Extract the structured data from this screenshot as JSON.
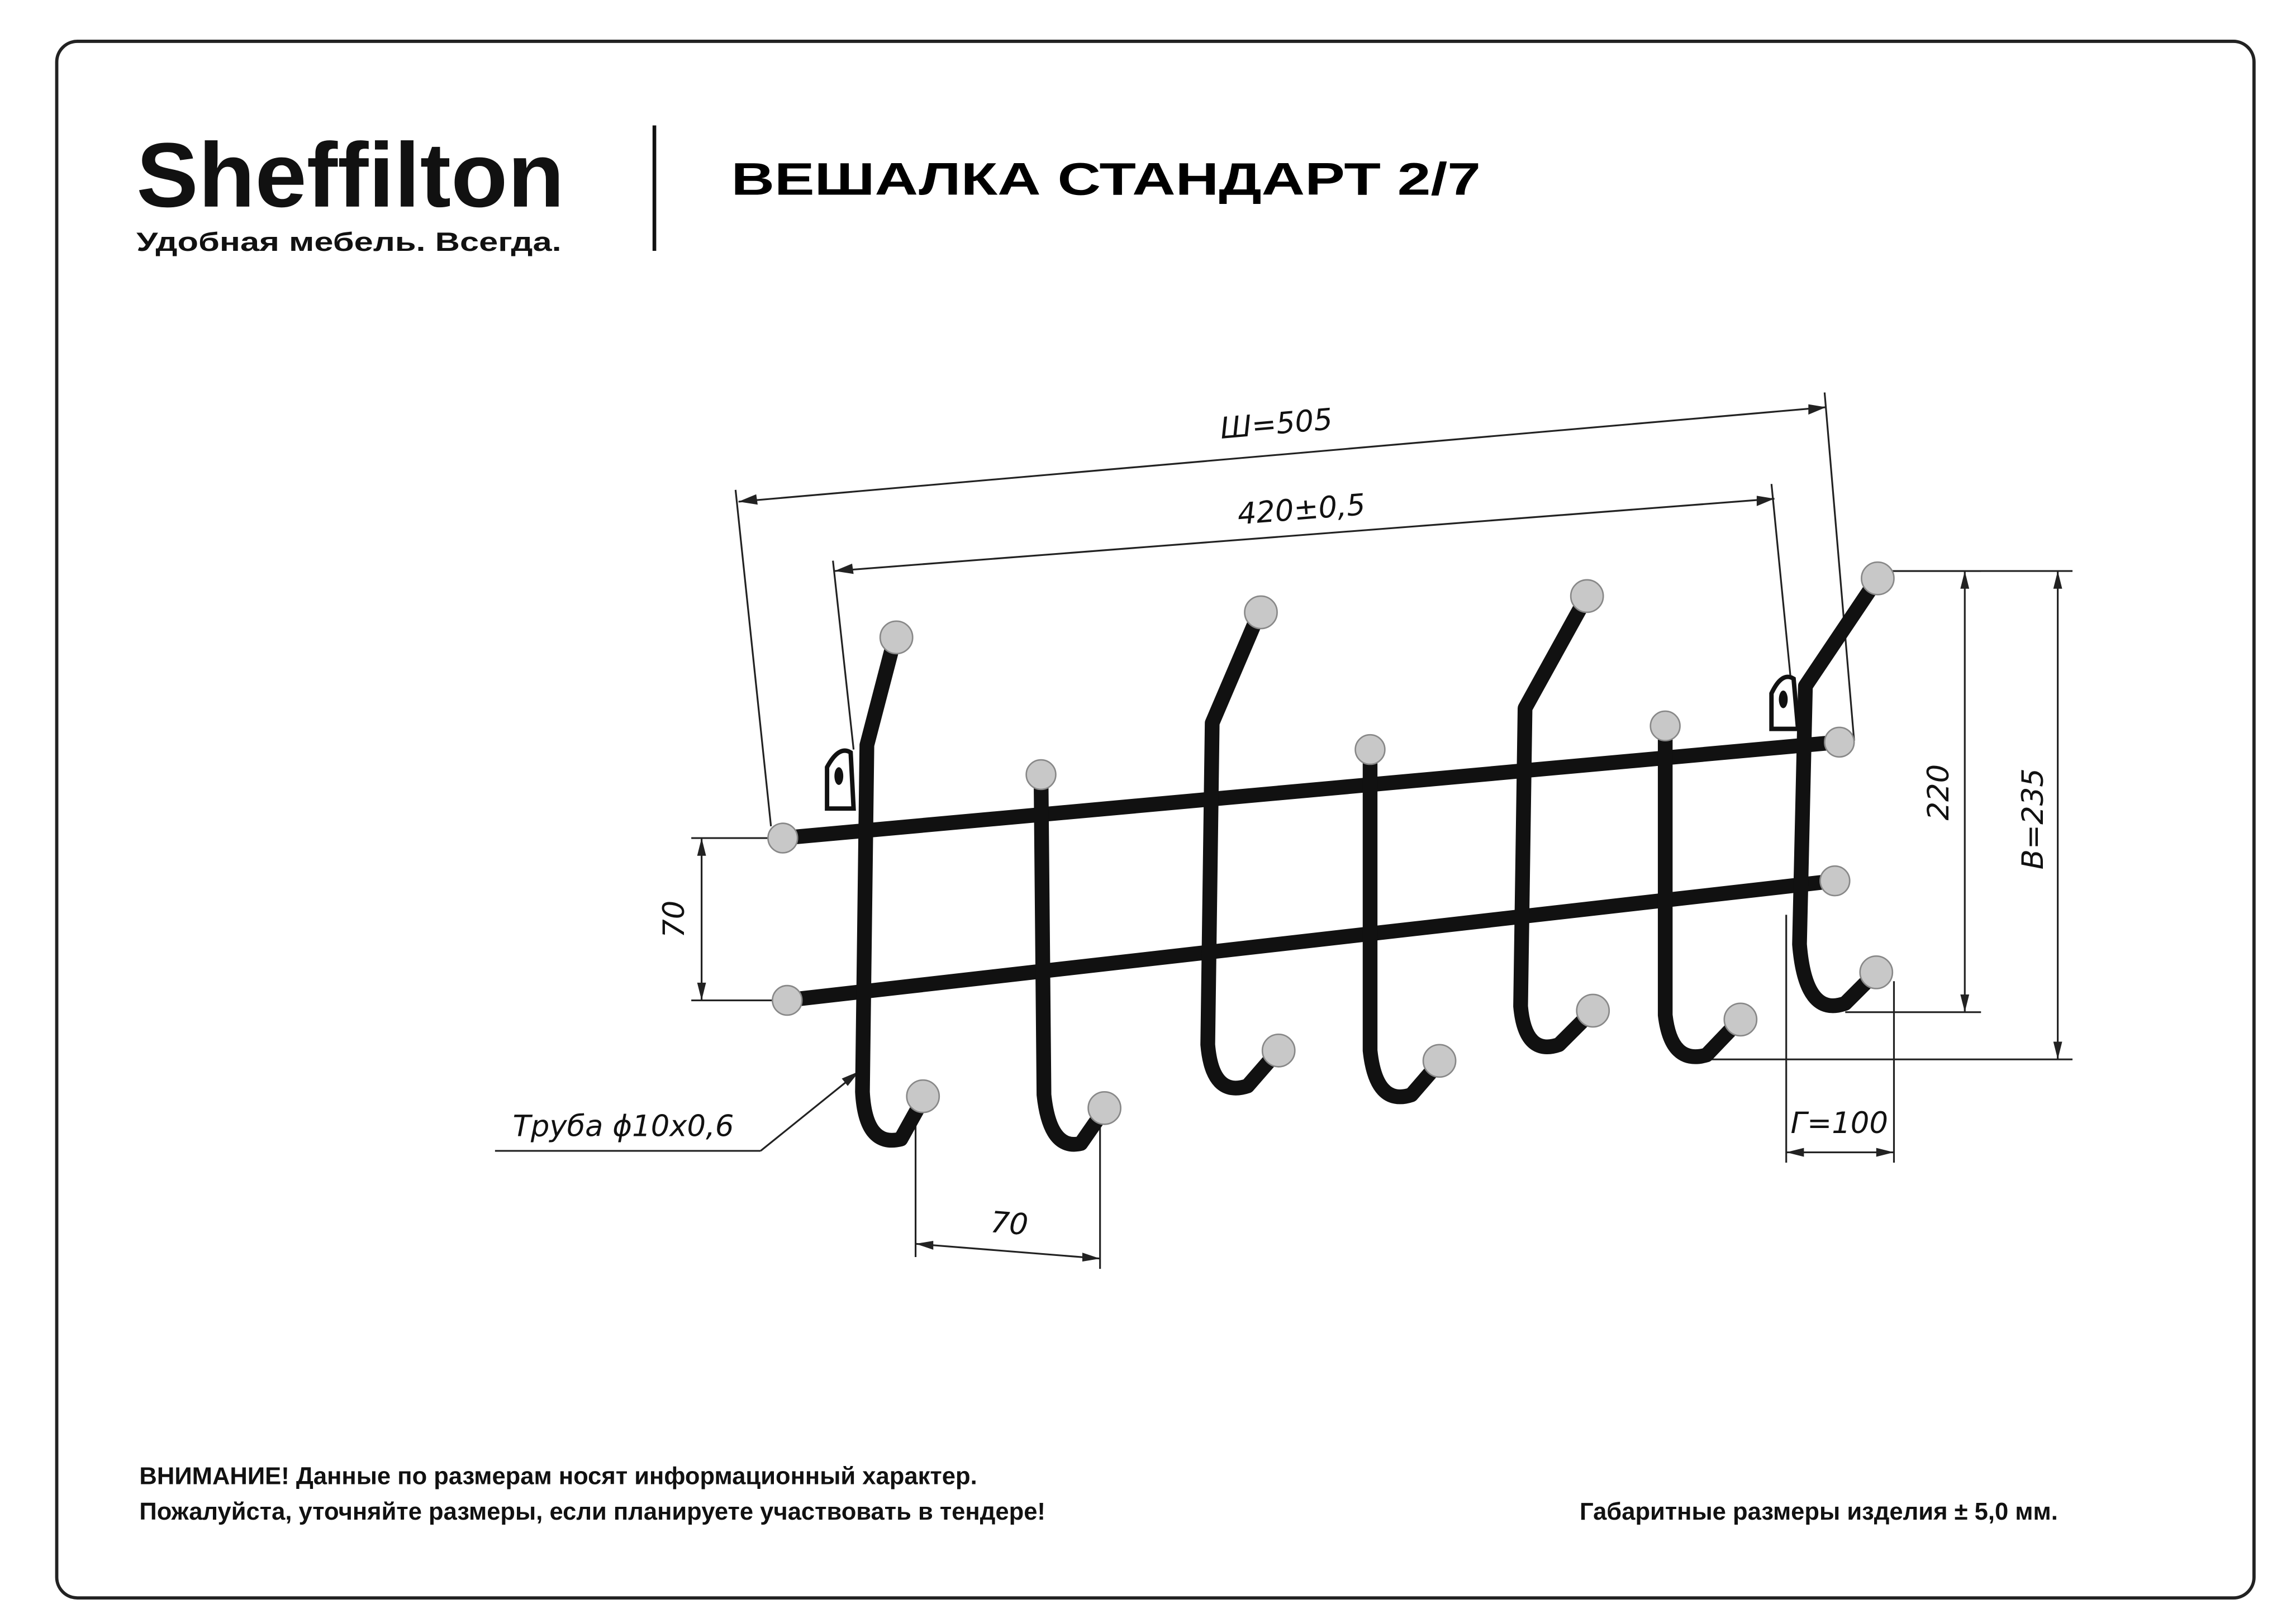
{
  "logo": {
    "brand": "Sheffilton",
    "tagline": "Удобная мебель. Всегда."
  },
  "title": "ВЕШАЛКА СТАНДАРТ 2/7",
  "dimensions": {
    "width_total": "Ш=505",
    "hook_span": "420±0,5",
    "bar_spacing": "70",
    "height_inner": "220",
    "height_total": "В=235",
    "depth": "Г=100",
    "hook_pitch": "70",
    "tube": "Труба ϕ10х0,6"
  },
  "notes": {
    "warning_line1": "ВНИМАНИЕ! Данные по размерам носят информационный характер.",
    "warning_line2": "Пожалуйста, уточняйте размеры, если планируете участвовать в тендере!",
    "tolerance": "Габаритные размеры изделия ± 5,0 мм."
  },
  "colors": {
    "rod": "#111111",
    "tips": "#c8c8c8"
  }
}
